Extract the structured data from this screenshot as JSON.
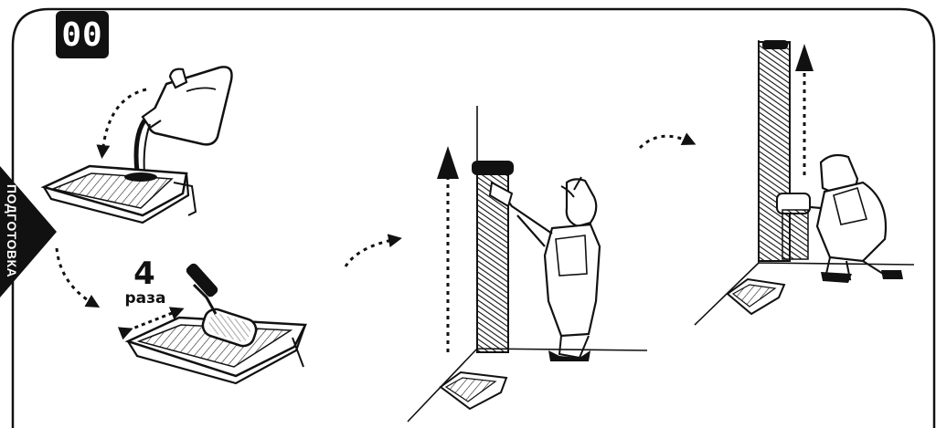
{
  "badge": {
    "step_number": "00"
  },
  "side_tab": {
    "label": "ПОДГОТОВКА"
  },
  "roller_step": {
    "count_number": "4",
    "count_word": "раза"
  }
}
